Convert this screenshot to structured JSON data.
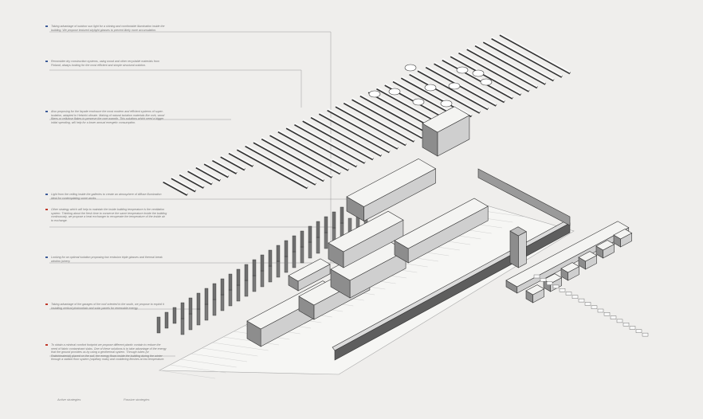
{
  "colors": {
    "background": "#efeeec",
    "active": "#3d5c99",
    "passive": "#c0392b",
    "line": "#333333",
    "leader": "#9a9a9a"
  },
  "annotations": [
    {
      "strategy": "active",
      "text": "Taking advantage of outdoor sun light for a shining and comfortable illumination inside the building. We propose textured skylight glasses to prevent likely more accumulation."
    },
    {
      "strategy": "active",
      "text": "Reconsider dry construction systems, using wood and other recyclable materials from Finland, always looking for the most efficient and simple structural solution."
    },
    {
      "strategy": "active",
      "text": "Also proposing for the façade enclosure the most modern and efficient systems of super-isolation, adapted to Helsinki climate. Making of natural isolation materials like cork, wood fibers or cellulose flakes to preserve the core warmth. This solutions which need a bigger initial spending, will help for a lower annual energetic consumption."
    },
    {
      "strategy": "active",
      "text": "Light from the ceiling inside the galleries to create an atmosphere of diffuse illumination ideal for contemplating some works."
    },
    {
      "strategy": "passive",
      "text": "Other strategy which will help to maintain the inside building temperature is the ventilation system. Thinking about the fresh time to conserve the same temperature inside the building continuously, we propose a heat exchanger to recuperate the temperature of the inside air to exchange."
    },
    {
      "strategy": "active",
      "text": "Looking for an optimal isolation proposing low emission triple glasses and thermal break window joinery."
    },
    {
      "strategy": "passive",
      "text": "Taking advantage of the garages of the roof oriented to the south, we propose to exploit it installing vertical photovoltaic and solar panels for renewable energy."
    },
    {
      "strategy": "passive",
      "text": "To obtain a minimal comfort footprint we propose different plantic contain to reduce the need of fabric contaminant slabs. One of these solutions is to take advantage of the energy that the ground provides us by using a geothermal system. Through tubes (or Ratiohimaterial) placed on the soil, the energy flows inside the building during the winter through a radiant floor system (capillary mats) and cooldering finishes at low temperature."
    }
  ],
  "legend": [
    {
      "strategy": "active",
      "label": "Active strategies"
    },
    {
      "strategy": "passive",
      "label": "Passive strategies"
    }
  ]
}
